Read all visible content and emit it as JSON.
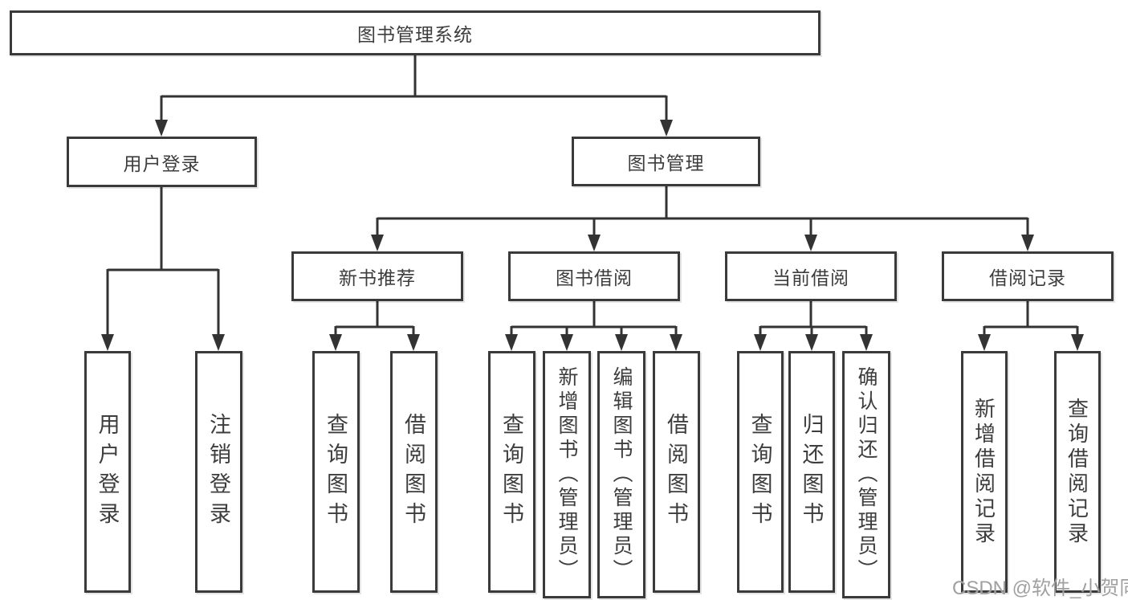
{
  "colors": {
    "line": "#333333",
    "box_border": "#3a3a3a",
    "text": "#3d3d3d",
    "watermark": "#a0a0a0",
    "background": "#ffffff"
  },
  "diagram": {
    "root": {
      "label": "图书管理系统"
    },
    "level2": [
      {
        "label": "用户登录",
        "children": [
          {
            "label": "用户登录"
          },
          {
            "label": "注销登录"
          }
        ]
      },
      {
        "label": "图书管理",
        "children": [
          {
            "label": "新书推荐",
            "children": [
              {
                "label": "查询图书"
              },
              {
                "label": "借阅图书"
              }
            ]
          },
          {
            "label": "图书借阅",
            "children": [
              {
                "label": "查询图书"
              },
              {
                "label": "新增图书（管理员）"
              },
              {
                "label": "编辑图书（管理员）"
              },
              {
                "label": "借阅图书"
              }
            ]
          },
          {
            "label": "当前借阅",
            "children": [
              {
                "label": "查询图书"
              },
              {
                "label": "归还图书"
              },
              {
                "label": "确认归还（管理员）"
              }
            ]
          },
          {
            "label": "借阅记录",
            "children": [
              {
                "label": "新增借阅记录"
              },
              {
                "label": "查询借阅记录"
              }
            ]
          }
        ]
      }
    ]
  },
  "watermark": {
    "text": "CSDN @软件_小贺同学"
  }
}
